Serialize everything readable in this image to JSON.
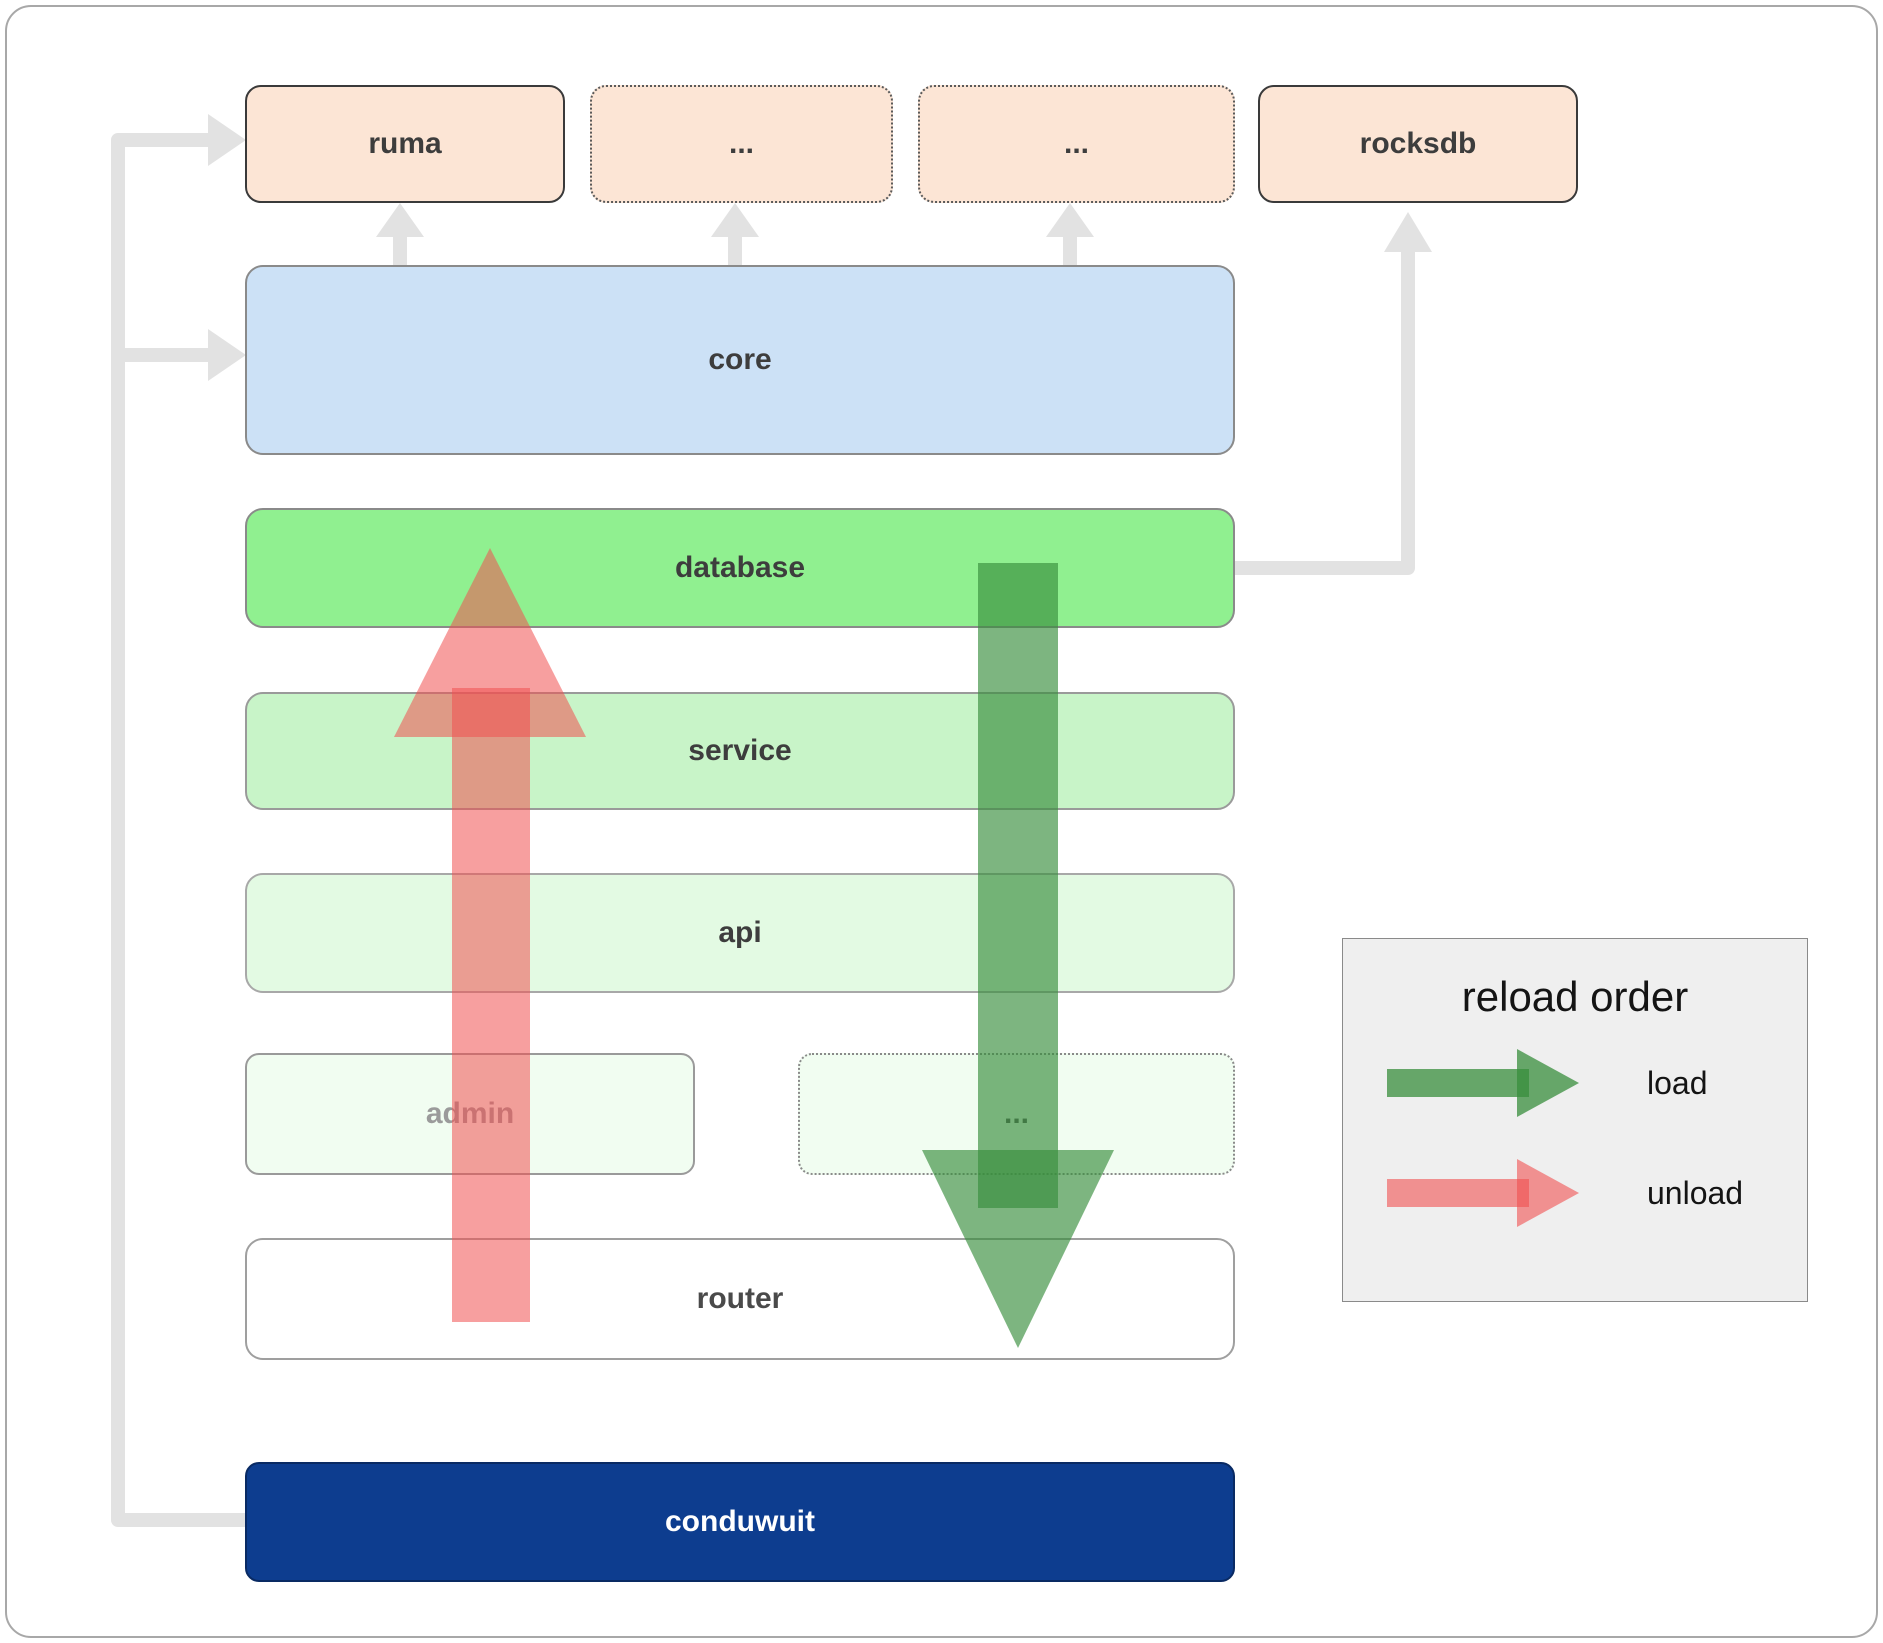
{
  "diagram": {
    "description": "conduwuit layered architecture diagram with reload order legend"
  },
  "nodes": {
    "ruma": "ruma",
    "ellipsis1": "...",
    "ellipsis2": "...",
    "rocksdb": "rocksdb",
    "core": "core",
    "database": "database",
    "service": "service",
    "api": "api",
    "admin": "admin",
    "ellipsis3": "...",
    "router": "router",
    "conduwuit": "conduwuit"
  },
  "legend": {
    "title": "reload order",
    "load_label": "load",
    "unload_label": "unload"
  },
  "colors": {
    "peach_box": "#fce5d5",
    "core_blue": "#cce1f6",
    "database_green": "#90f090",
    "service_green": "#c8f4c8",
    "api_green": "#e3fae3",
    "faint_green": "#f1fdf1",
    "conduwuit_navy": "#0d3d8f",
    "load_arrow_green": "rgba(56,142,60,0.65)",
    "unload_arrow_red": "rgba(240,80,80,0.55)",
    "connector_gray": "#e2e2e2"
  }
}
